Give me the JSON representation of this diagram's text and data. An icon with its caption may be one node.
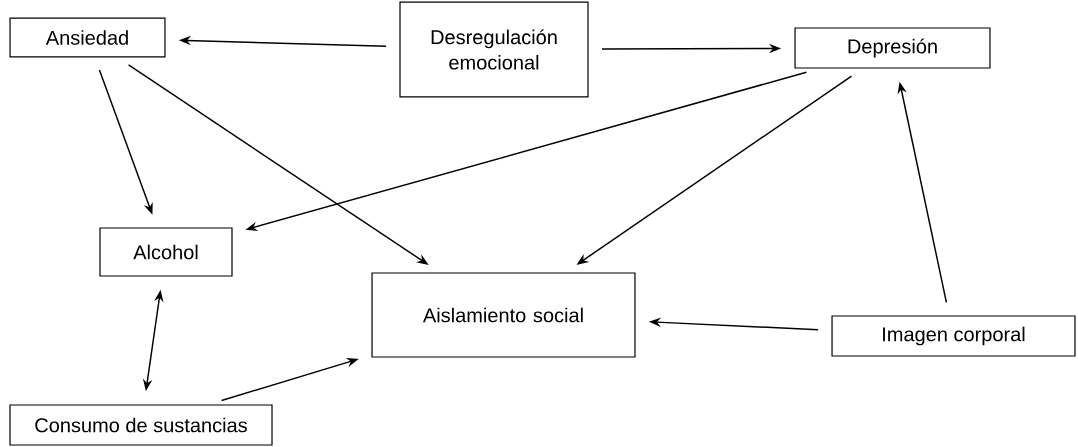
{
  "diagram": {
    "nodes": [
      {
        "text": [
          "Ansiedad"
        ]
      },
      {
        "text": [
          "Desregulación emocional"
        ]
      },
      {
        "text": [
          "Depresión"
        ]
      },
      {
        "text": [
          "Alcohol"
        ]
      },
      {
        "text": [
          "Aislamiento social"
        ]
      },
      {
        "text": [
          "Imagen corporal"
        ]
      },
      {
        "text": [
          "Consumo de sustancias"
        ]
      }
    ],
    "edges": [
      {
        "from": 1,
        "to": 0,
        "arrow": "to"
      },
      {
        "from": 1,
        "to": 2,
        "arrow": "to"
      },
      {
        "from": 0,
        "to": 3,
        "arrow": "to"
      },
      {
        "from": 0,
        "to": 4,
        "arrow": "to"
      },
      {
        "from": 2,
        "to": 3,
        "arrow": "to"
      },
      {
        "from": 2,
        "to": 4,
        "arrow": "to"
      },
      {
        "from": 5,
        "to": 2,
        "arrow": "to"
      },
      {
        "from": 5,
        "to": 4,
        "arrow": "to"
      },
      {
        "from": 3,
        "to": 6,
        "arrow": "both"
      },
      {
        "from": 6,
        "to": 4,
        "arrow": "to"
      }
    ]
  }
}
